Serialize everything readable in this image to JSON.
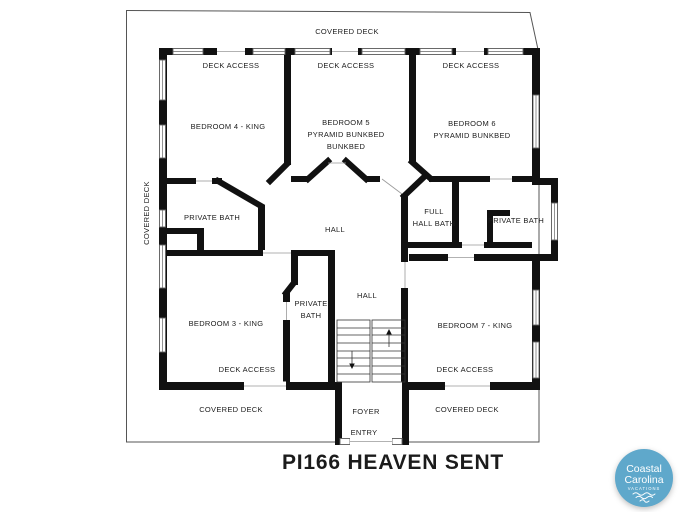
{
  "page": {
    "title": "PI166 HEAVEN SENT"
  },
  "plan": {
    "decks": {
      "top": "COVERED DECK",
      "left": "COVERED DECK",
      "bottom_left": "COVERED DECK",
      "bottom_right": "COVERED DECK",
      "access": "DECK ACCESS"
    },
    "rooms": {
      "bedroom4": "BEDROOM 4 - KING",
      "bedroom5": "BEDROOM 5\nPYRAMID BUNKBED\nBUNKBED",
      "bedroom6": "BEDROOM 6\nPYRAMID BUNKBED",
      "bedroom3": "BEDROOM 3 - KING",
      "bedroom7": "BEDROOM 7 - KING",
      "private_bath": "PRIVATE BATH",
      "private_bath_stacked": "PRIVATE\nBATH",
      "full_hall_bath": "FULL\nHALL BATH",
      "hall": "HALL",
      "foyer": "FOYER",
      "entry": "ENTRY"
    }
  },
  "logo": {
    "line1": "Coastal",
    "line2": "Carolina",
    "line3": "VACATIONS",
    "bg_color": "#5fa8cb"
  }
}
